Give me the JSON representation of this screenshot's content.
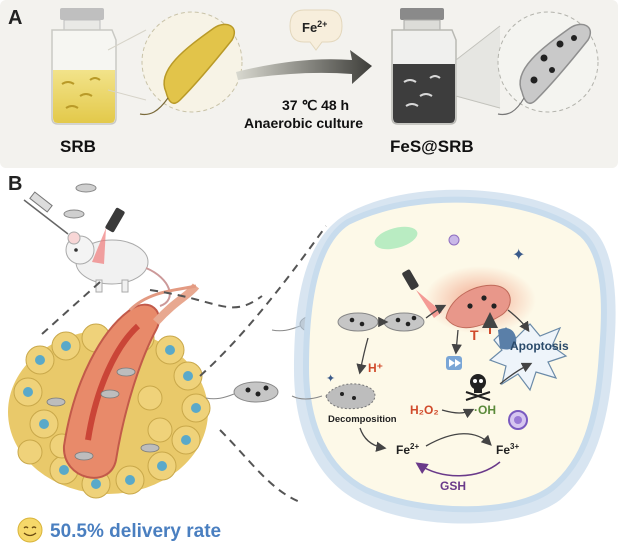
{
  "panel_a": {
    "label": "A",
    "reagent": "Fe",
    "reagent_charge": "2+",
    "condition_temp": "37 ℃  48 h",
    "condition_env": "Anaerobic culture",
    "left_label": "SRB",
    "right_label": "FeS@SRB"
  },
  "panel_b": {
    "label": "B",
    "h_plus": "H⁺",
    "decomposition": "Decomposition",
    "t_label": "T",
    "apoptosis": "Apoptosis",
    "h2o2": "H₂O₂",
    "oh": "·OH",
    "fe2": "Fe",
    "fe2_charge": "2+",
    "fe3": "Fe",
    "fe3_charge": "3+",
    "gsh": "GSH",
    "delivery": "50.5% delivery rate"
  },
  "colors": {
    "panel_a_bg": "#f3f2ee",
    "cell_interior": "#fdf9e8",
    "cell_membrane": "#b8d0e6",
    "bacteria_yellow": "#e2c44a",
    "bacteria_gray": "#c9c9c9",
    "fe_text": "#d04a2a",
    "gsh_text": "#6a3a8a",
    "delivery_text": "#4a7fc0",
    "heat_glow": "#f2a58a"
  }
}
